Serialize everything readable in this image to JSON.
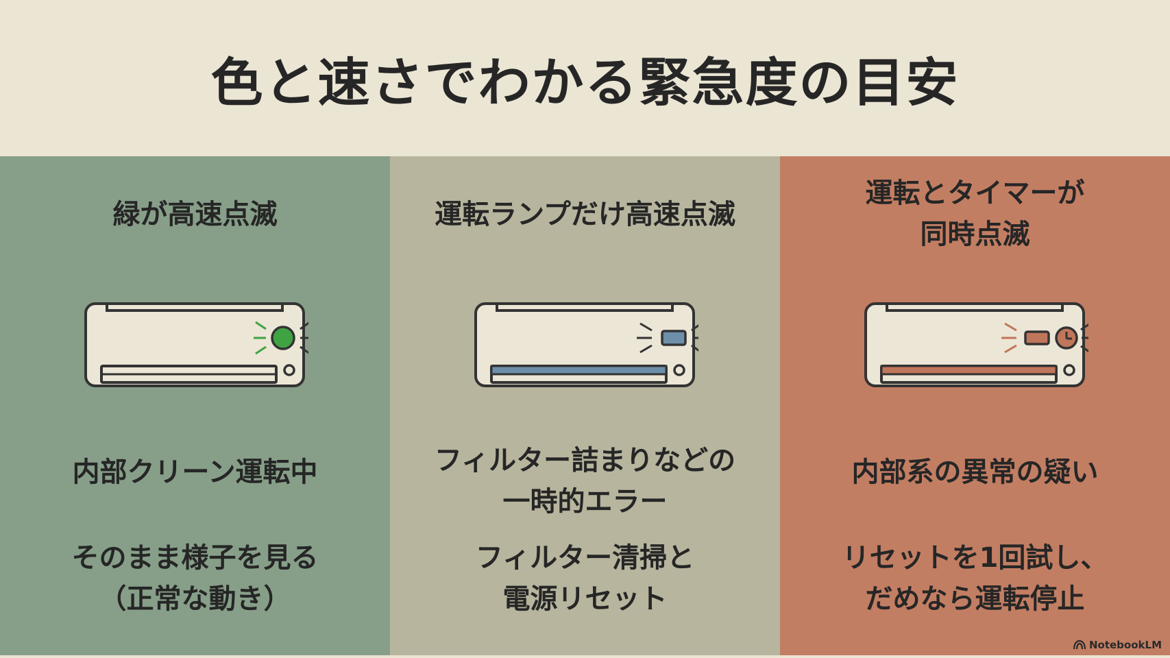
{
  "title": "色と速さでわかる緊急度の目安",
  "panels": [
    {
      "color": "#879f89",
      "heading": [
        "緑が高速点滅"
      ],
      "meaning": [
        "内部クリーン運転中"
      ],
      "action": [
        "そのまま様子を見る",
        "（正常な動き）"
      ],
      "indicator": "green-led-icon",
      "indicator_color": "#3fa343",
      "vent_color": "#ece6d6"
    },
    {
      "color": "#b7b59e",
      "heading": [
        "運転ランプだけ高速点滅"
      ],
      "meaning": [
        "フィルター詰まりなどの",
        "一時的エラー"
      ],
      "action": [
        "フィルター清掃と",
        "電源リセット"
      ],
      "indicator": "blue-lamp-icon",
      "indicator_color": "#6d8faa",
      "vent_color": "#6d8faa"
    },
    {
      "color": "#c27e63",
      "heading": [
        "運転とタイマーが",
        "同時点滅"
      ],
      "meaning": [
        "内部系の異常の疑い"
      ],
      "action": [
        "リセットを1回試し、",
        "だめなら運転停止"
      ],
      "indicator": "timer-lamp-icon",
      "indicator_color": "#c0765a",
      "vent_color": "#c0765a"
    }
  ],
  "watermark": "NotebookLM"
}
